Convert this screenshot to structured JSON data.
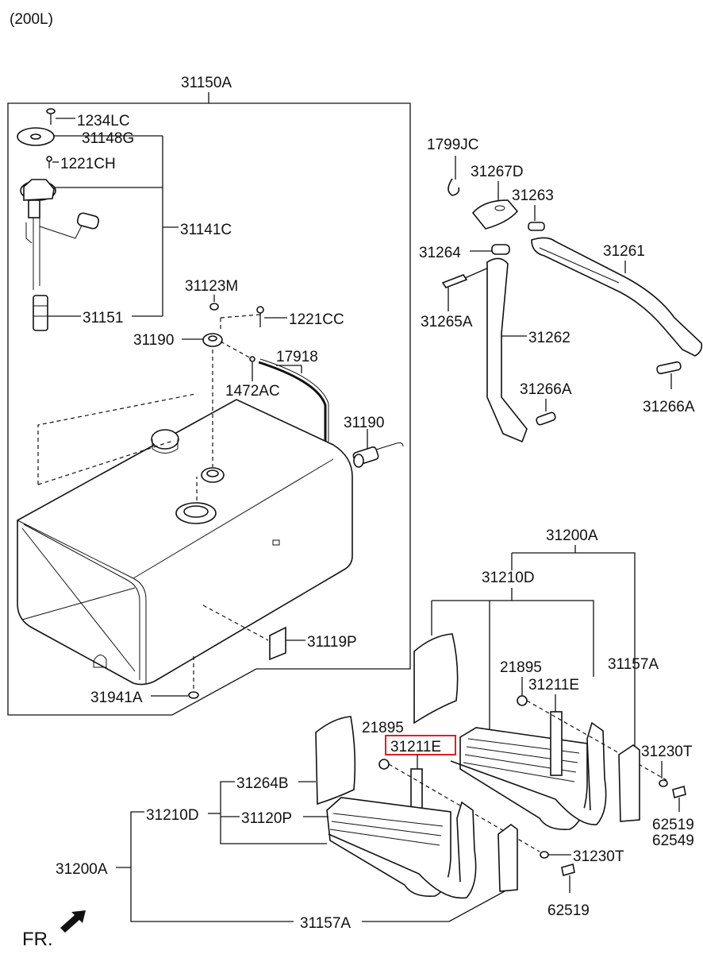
{
  "header": {
    "capacity": "(200L)"
  },
  "direction_label": "FR.",
  "highlight_color": "#e02020",
  "labels": {
    "p31150A": "31150A",
    "p1234LC": "1234LC",
    "p31148G": "31148G",
    "p1221CH": "1221CH",
    "p31141C": "31141C",
    "p31151": "31151",
    "p31123M": "31123M",
    "p1221CC": "1221CC",
    "p31190a": "31190",
    "p17918": "17918",
    "p1472AC": "1472AC",
    "p31190b": "31190",
    "p31119P": "31119P",
    "p31941A": "31941A",
    "p1799JC": "1799JC",
    "p31267D": "31267D",
    "p31263": "31263",
    "p31264": "31264",
    "p31261": "31261",
    "p31265A": "31265A",
    "p31262": "31262",
    "p31266Aa": "31266A",
    "p31266Ab": "31266A",
    "p31200Aa": "31200A",
    "p31210Da": "31210D",
    "p21895a": "21895",
    "p31211Ea": "31211E",
    "p31157Aa": "31157A",
    "p21895b": "21895",
    "p31211Eb": "31211E",
    "p31230Ta": "31230T",
    "p62519a": "62519",
    "p62549": "62549",
    "p31264B": "31264B",
    "p31210Db": "31210D",
    "p31120P": "31120P",
    "p31200Ab": "31200A",
    "p31230Tb": "31230T",
    "p62519b": "62519",
    "p31157Ab": "31157A"
  }
}
